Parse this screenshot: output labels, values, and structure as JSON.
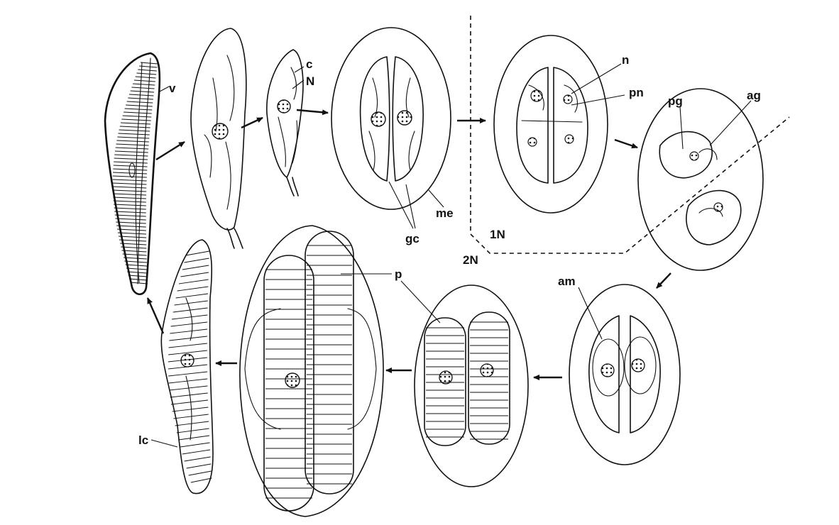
{
  "labels": {
    "v": "v",
    "c": "c",
    "N": "N",
    "gc": "gc",
    "me": "me",
    "n": "n",
    "pn": "pn",
    "pg": "pg",
    "ag": "ag",
    "1N": "1N",
    "2N": "2N",
    "am": "am",
    "p": "p",
    "lc": "lc"
  },
  "colors": {
    "ink": "#111111",
    "background": "#ffffff"
  }
}
